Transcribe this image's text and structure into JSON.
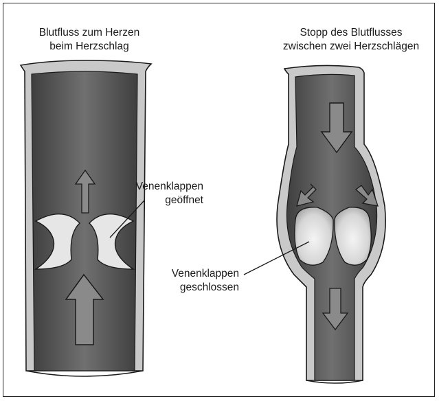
{
  "left_panel": {
    "title_line1": "Blutfluss zum Herzen",
    "title_line2": "beim Herzschlag"
  },
  "right_panel": {
    "title_line1": "Stopp des Blutflusses",
    "title_line2": "zwischen zwei Herzschlägen"
  },
  "annotations": {
    "open_line1": "Venenklappen",
    "open_line2": "geöffnet",
    "closed_line1": "Venenklappen",
    "closed_line2": "geschlossen"
  },
  "colors": {
    "vein_wall": "#b9b9b9",
    "blood": "#6c6c6c",
    "blood_dark": "#4a4a4a",
    "valve": "#e2e2e2",
    "arrow_fill": "#8a8a8a"
  }
}
